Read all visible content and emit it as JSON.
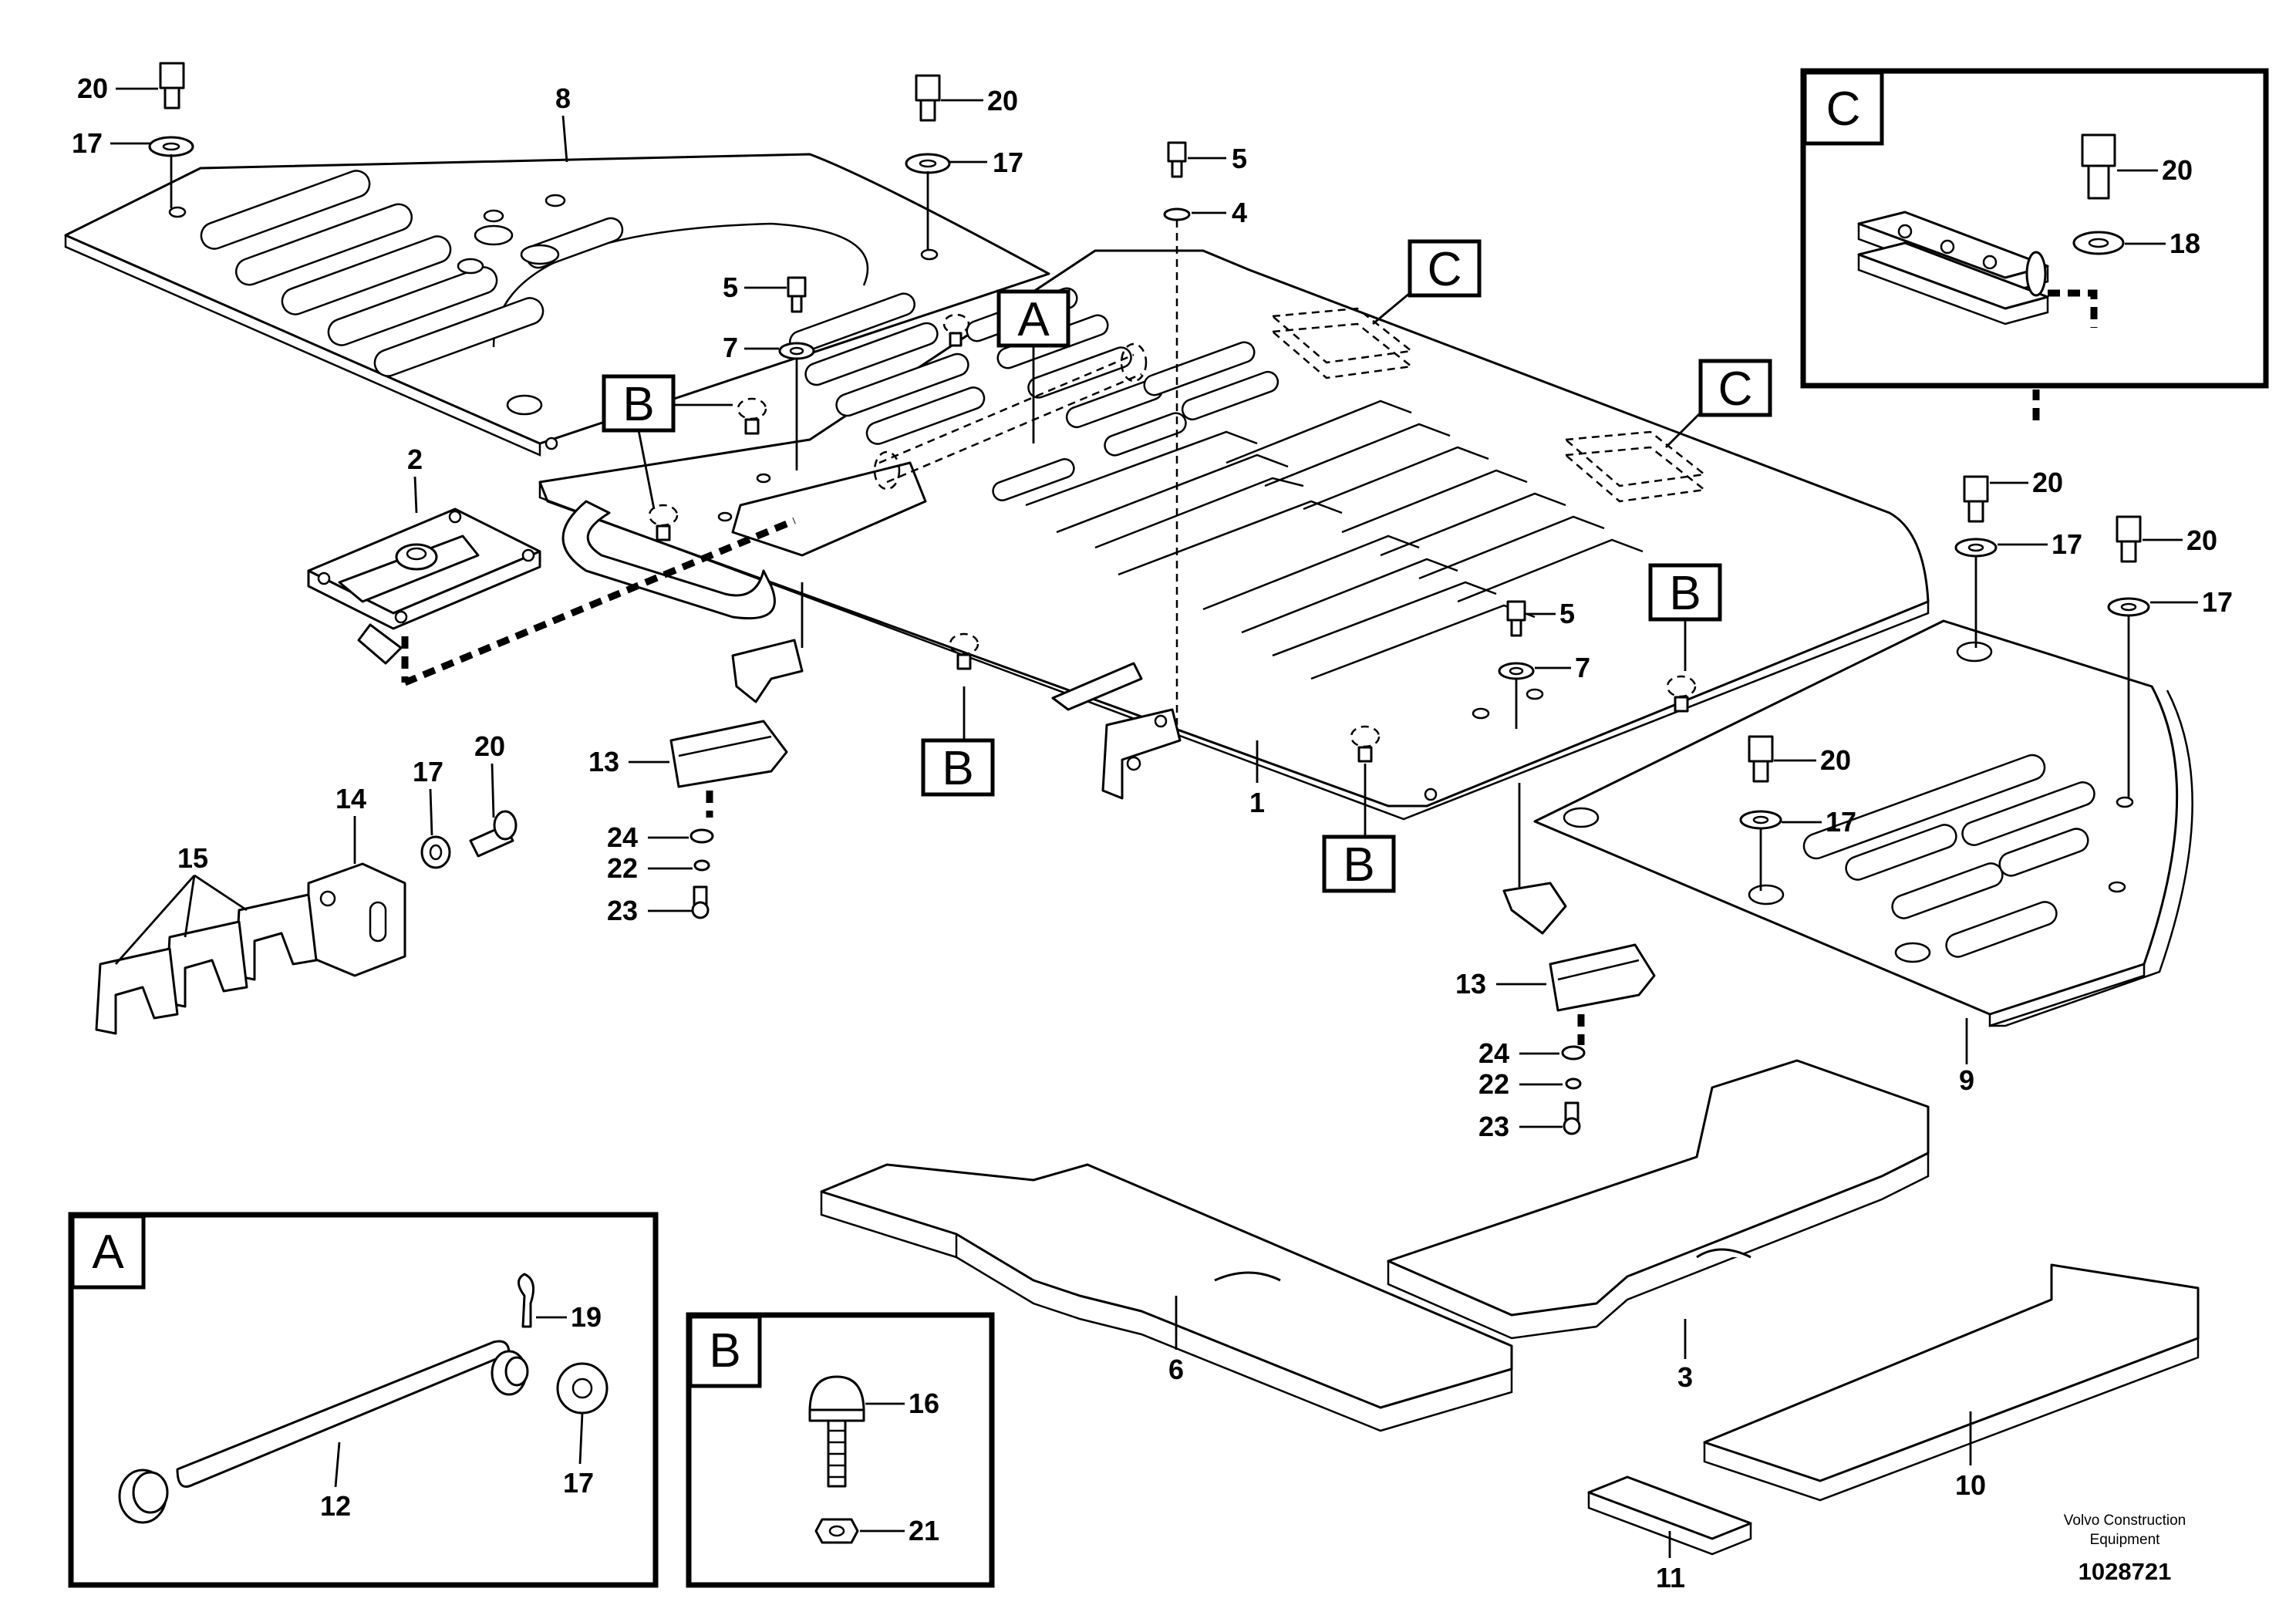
{
  "inset_letters": [
    "A",
    "B",
    "C"
  ],
  "callouts": {
    "c1": "1",
    "c2": "2",
    "c3": "3",
    "c4": "4",
    "c5": "5",
    "c6": "6",
    "c7": "7",
    "c8": "8",
    "c9": "9",
    "c10": "10",
    "c11": "11",
    "c12": "12",
    "c13": "13",
    "c14": "14",
    "c15": "15",
    "c16": "16",
    "c17": "17",
    "c18": "18",
    "c19": "19",
    "c20": "20",
    "c21": "21",
    "c22": "22",
    "c23": "23",
    "c24": "24"
  },
  "footer": {
    "company_line1": "Volvo Construction",
    "company_line2": "Equipment",
    "figure_number": "1028721"
  }
}
